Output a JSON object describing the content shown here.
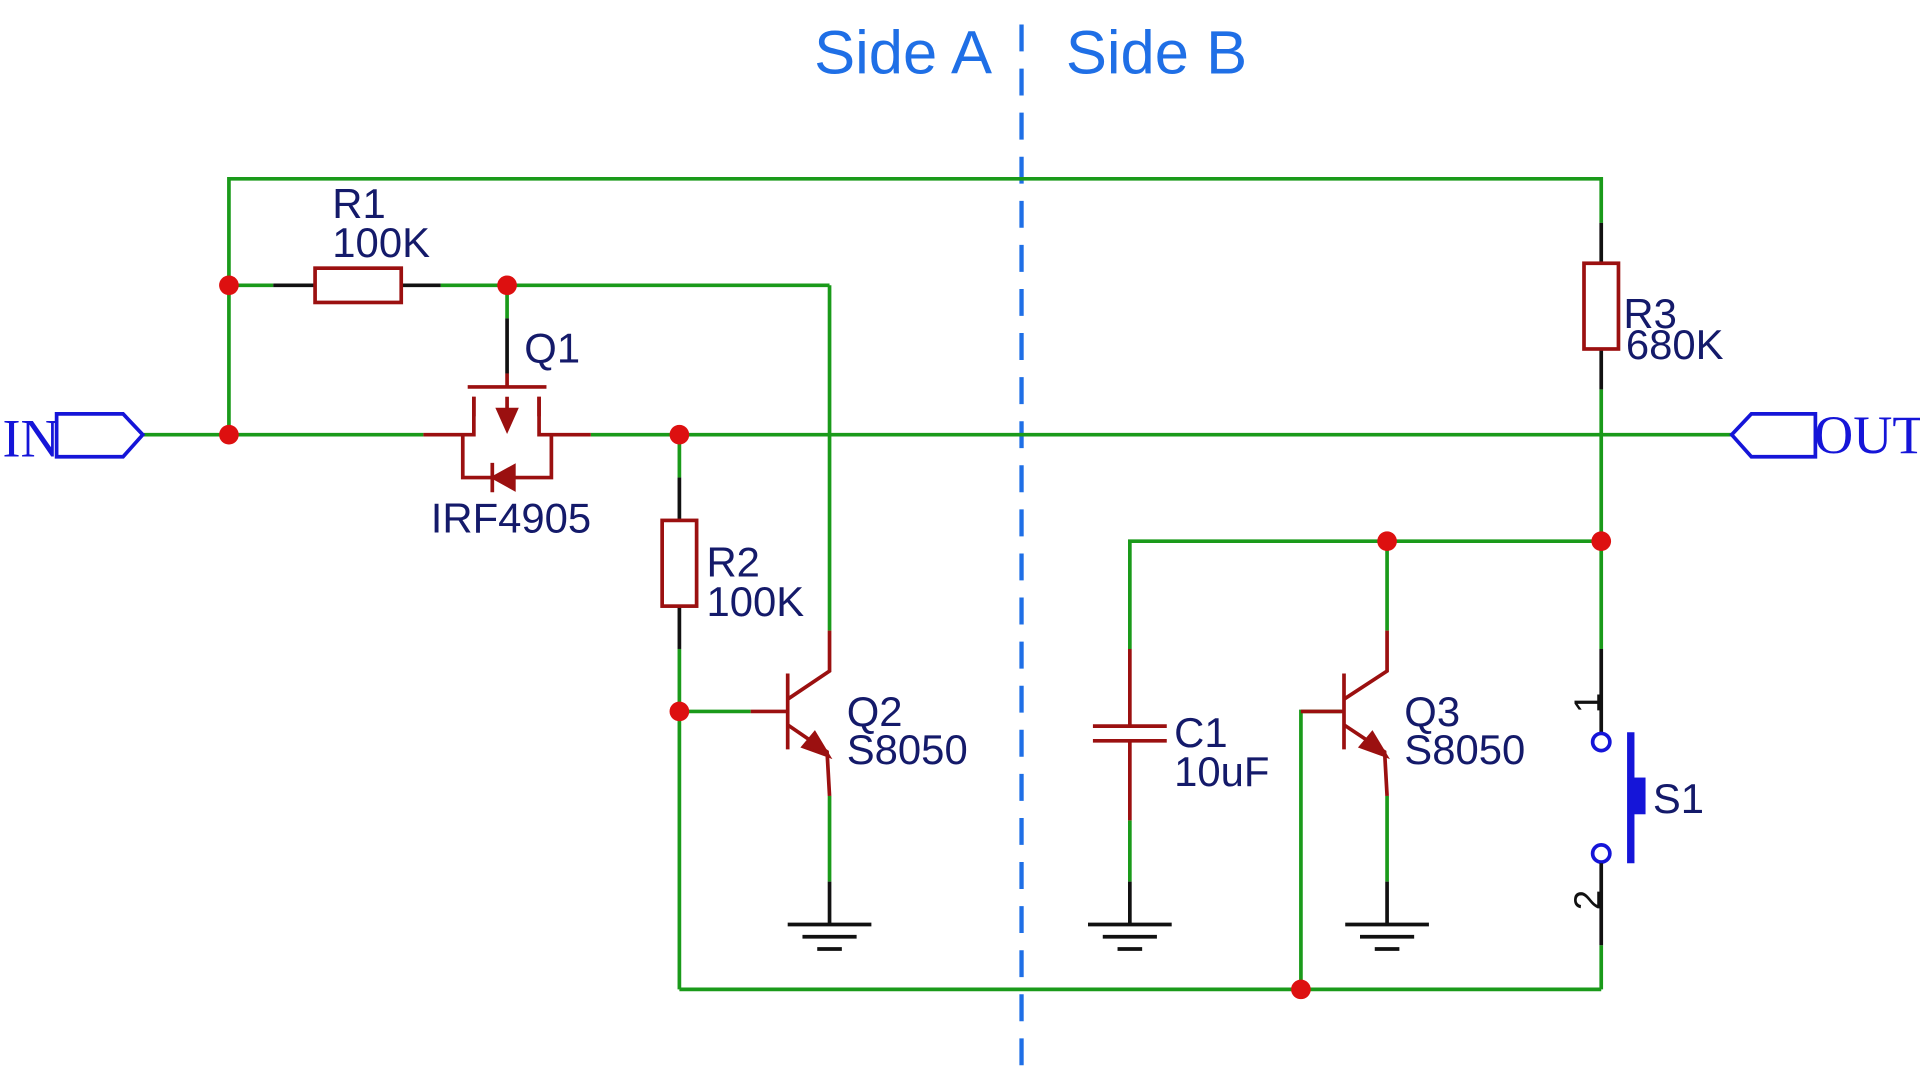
{
  "sides": {
    "a": "Side A",
    "b": "Side B"
  },
  "ports": {
    "in": "IN",
    "out": "OUT"
  },
  "components": {
    "r1": {
      "ref": "R1",
      "value": "100K"
    },
    "r2": {
      "ref": "R2",
      "value": "100K"
    },
    "r3": {
      "ref": "R3",
      "value": "680K"
    },
    "q1": {
      "ref": "Q1",
      "value": "IRF4905"
    },
    "q2": {
      "ref": "Q2",
      "value": "S8050"
    },
    "q3": {
      "ref": "Q3",
      "value": "S8050"
    },
    "c1": {
      "ref": "C1",
      "value": "10uF"
    },
    "s1": {
      "ref": "S1",
      "pin1": "1",
      "pin2": "2"
    }
  },
  "colors": {
    "wire": "#1a9a1a",
    "component": "#9b1010",
    "junction": "#dd1010",
    "label": "#141a6a",
    "side_label": "#1f6fe6",
    "port": "#1515d8"
  }
}
